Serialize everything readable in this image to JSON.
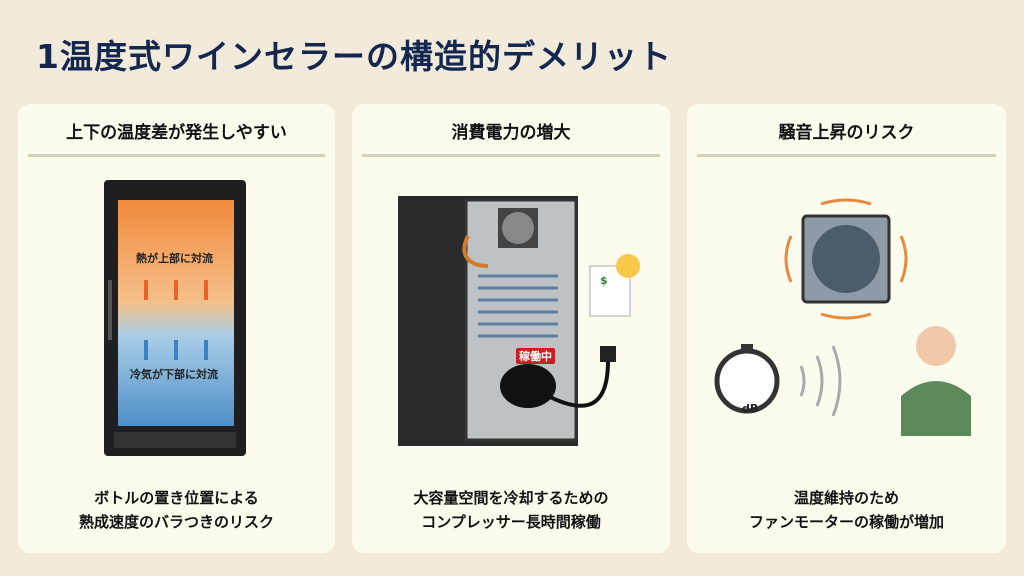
{
  "title": "1温度式ワインセラーの構造的デメリット",
  "cards": [
    {
      "heading": "上下の温度差が発生しやすい",
      "labels": [
        "熱が上部に対流",
        "冷気が下部に対流"
      ],
      "caption": [
        "ボトルの置き位置による",
        "熟成速度のバラつきのリスク"
      ]
    },
    {
      "heading": "消費電力の増大",
      "labels": [
        "稼働中",
        "$"
      ],
      "caption": [
        "大容量空間を冷却するための",
        "コンプレッサー長時間稼働"
      ]
    },
    {
      "heading": "騒音上昇のリスク",
      "labels": [
        "dB"
      ],
      "caption": [
        "温度維持のため",
        "ファンモーターの稼働が増加"
      ]
    }
  ]
}
